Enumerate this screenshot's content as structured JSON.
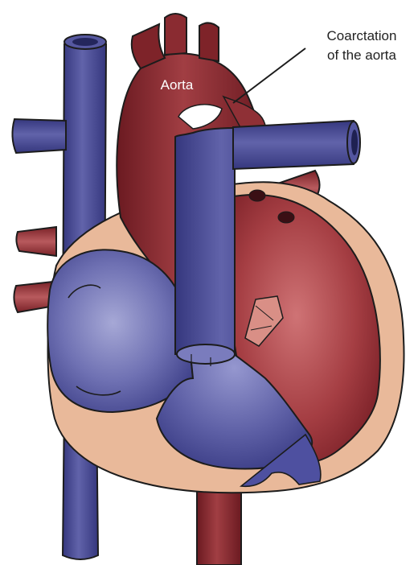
{
  "labels": {
    "aorta": "Aorta",
    "coarctation_line1": "Coarctation",
    "coarctation_line2": "of the aorta"
  },
  "colors": {
    "outline": "#1c1c1c",
    "blue_dark": "#3d3f88",
    "blue_mid": "#55579f",
    "blue_light": "#8d8fc8",
    "red_dark": "#6b1a21",
    "red_mid": "#8c2a30",
    "red_light": "#c26668",
    "tissue": "#e9b99a",
    "label_white": "#ffffff",
    "label_dark": "#222222"
  }
}
